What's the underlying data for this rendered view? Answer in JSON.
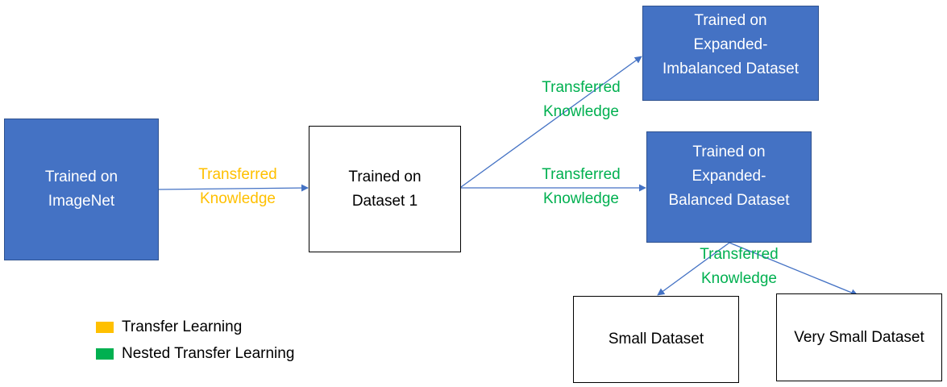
{
  "nodes": {
    "imagenet": [
      "Trained on",
      "ImageNet"
    ],
    "dataset1": [
      "Trained on",
      "Dataset 1"
    ],
    "imbalanced": [
      "Trained on",
      "Expanded-",
      "Imbalanced Dataset"
    ],
    "balanced": [
      "Trained on",
      "Expanded-",
      "Balanced Dataset"
    ],
    "small": [
      "Small Dataset"
    ],
    "very_small": [
      "Very Small Dataset"
    ]
  },
  "edge_labels": {
    "imagenet_to_dataset1": [
      "Transferred",
      "Knowledge"
    ],
    "dataset1_to_imbalanced": [
      "Transferred",
      "Knowledge"
    ],
    "dataset1_to_balanced": [
      "Transferred",
      "Knowledge"
    ],
    "balanced_to_small": [
      "Transferred",
      "Knowledge"
    ]
  },
  "legend": [
    {
      "label": "Transfer Learning",
      "color": "#ffc000"
    },
    {
      "label": "Nested Transfer Learning",
      "color": "#00b050"
    }
  ],
  "colors": {
    "node_fill": "#4472c4",
    "arrow": "#4472c4",
    "transfer_learning": "#ffc000",
    "nested_transfer_learning": "#00b050"
  }
}
